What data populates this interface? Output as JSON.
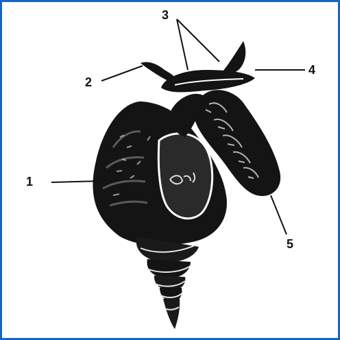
{
  "frame": {
    "border_color": "#1565c0",
    "background": "#ffffff"
  },
  "diagram": {
    "subject": "snail-shell-illustration",
    "labels": [
      {
        "id": "1",
        "text": "1"
      },
      {
        "id": "2",
        "text": "2"
      },
      {
        "id": "3",
        "text": "3"
      },
      {
        "id": "4",
        "text": "4"
      },
      {
        "id": "5",
        "text": "5"
      }
    ]
  }
}
